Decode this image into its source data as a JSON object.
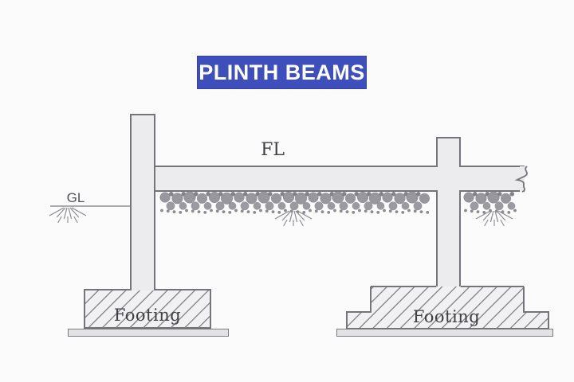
{
  "banner": {
    "title": "PLINTH BEAMS"
  },
  "diagram": {
    "floor_level_label": "FL",
    "ground_level_label": "GL",
    "left_footing_label": "Footing",
    "right_footing_label": "Footing"
  },
  "colors": {
    "banner_bg": "#3E4EBB",
    "banner_text": "#FFFFFF",
    "outline": "#74747A",
    "concrete_fill": "#ECECEE",
    "hatch_line": "#8A8A8F",
    "gravel": "#97979D",
    "slab_fill": "#E3E3E6",
    "label_text": "#3F3F45",
    "ground_line": "#909095",
    "background": "#FBFBFC"
  }
}
